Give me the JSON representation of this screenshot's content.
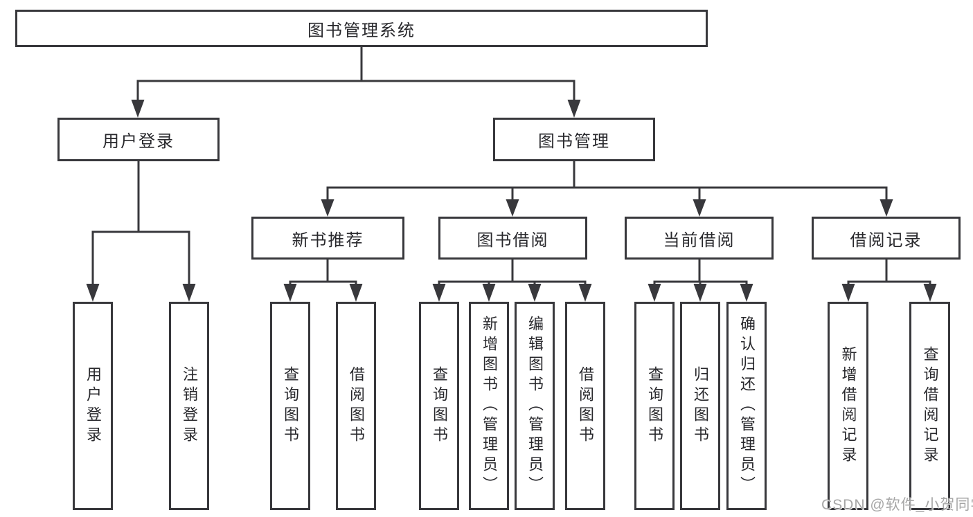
{
  "diagram": {
    "root": {
      "label": "图书管理系统"
    },
    "level2": [
      {
        "label": "用户登录"
      },
      {
        "label": "图书管理"
      }
    ],
    "level3": [
      {
        "label": "新书推荐"
      },
      {
        "label": "图书借阅"
      },
      {
        "label": "当前借阅"
      },
      {
        "label": "借阅记录"
      }
    ],
    "leaves": {
      "user_login": [
        "用户登录",
        "注销登录"
      ],
      "new_book_recommend": [
        "查询图书",
        "借阅图书"
      ],
      "book_borrowing": [
        "查询图书",
        "新增图书（管理员）",
        "编辑图书（管理员）",
        "借阅图书"
      ],
      "current_borrowing": [
        "查询图书",
        "归还图书",
        "确认归还（管理员）"
      ],
      "borrowing_records": [
        "新增借阅记录",
        "查询借阅记录"
      ]
    },
    "colors": {
      "line": "#38383c",
      "box_border": "#38383c",
      "text": "#28282c",
      "watermark": "#a6a6a6",
      "background": "#ffffff"
    },
    "watermark": "CSDN @软件_小贺同学"
  }
}
